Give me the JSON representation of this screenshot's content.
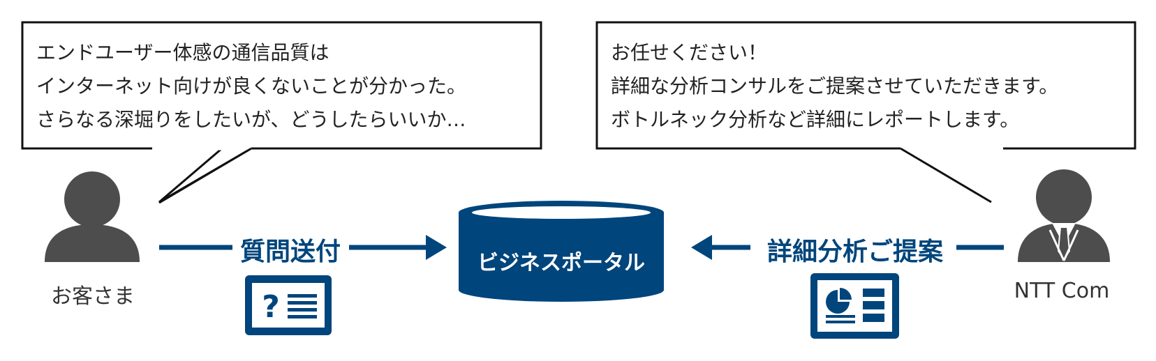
{
  "colors": {
    "navy": "#00457c",
    "person_gray": "#4d4d4d",
    "bubble_border": "#111111",
    "text": "#222222"
  },
  "left_bubble": {
    "lines": [
      "エンドユーザー体感の通信品質は",
      "インターネット向けが良くないことが分かった。",
      "さらなる深堀りをしたいが、どうしたらいいか…"
    ]
  },
  "right_bubble": {
    "lines": [
      "お任せください！",
      "詳細な分析コンサルをご提案させていただきます。",
      "ボトルネック分析など詳細にレポートします。"
    ]
  },
  "customer": {
    "label": "お客さま",
    "icon": "person-icon"
  },
  "provider": {
    "label": "NTT Com",
    "icon": "businessman-icon"
  },
  "left_flow": {
    "label": "質問送付",
    "icon": "question-form-icon",
    "direction": "right"
  },
  "right_flow": {
    "label": "詳細分析ご提案",
    "icon": "report-icon",
    "direction": "left"
  },
  "portal": {
    "label": "ビジネスポータル",
    "icon": "database-cylinder"
  }
}
